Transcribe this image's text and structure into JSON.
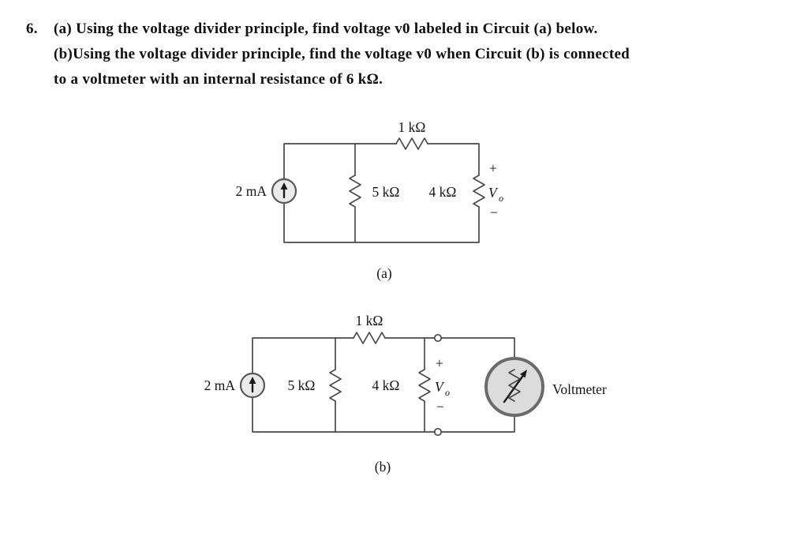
{
  "problem": {
    "number": "6.",
    "lines": [
      "(a) Using the voltage divider principle, find voltage v0 labeled in Circuit (a) below.",
      "(b)Using the voltage divider principle, find the voltage v0 when Circuit (b) is connected",
      "to a voltmeter with an internal resistance of 6 kΩ."
    ]
  },
  "circuit_a": {
    "caption": "(a)",
    "current_source": "2 mA",
    "resistor_top": "1 kΩ",
    "resistor_parallel": "5 kΩ",
    "resistor_output": "4 kΩ",
    "output_plus": "+",
    "output_voltage": "V",
    "output_voltage_sub": "o",
    "output_minus": "−"
  },
  "circuit_b": {
    "caption": "(b)",
    "current_source": "2 mA",
    "resistor_top": "1 kΩ",
    "resistor_parallel": "5 kΩ",
    "resistor_output": "4 kΩ",
    "output_plus": "+",
    "output_voltage": "V",
    "output_voltage_sub": "o",
    "output_minus": "−",
    "voltmeter": "Voltmeter"
  }
}
